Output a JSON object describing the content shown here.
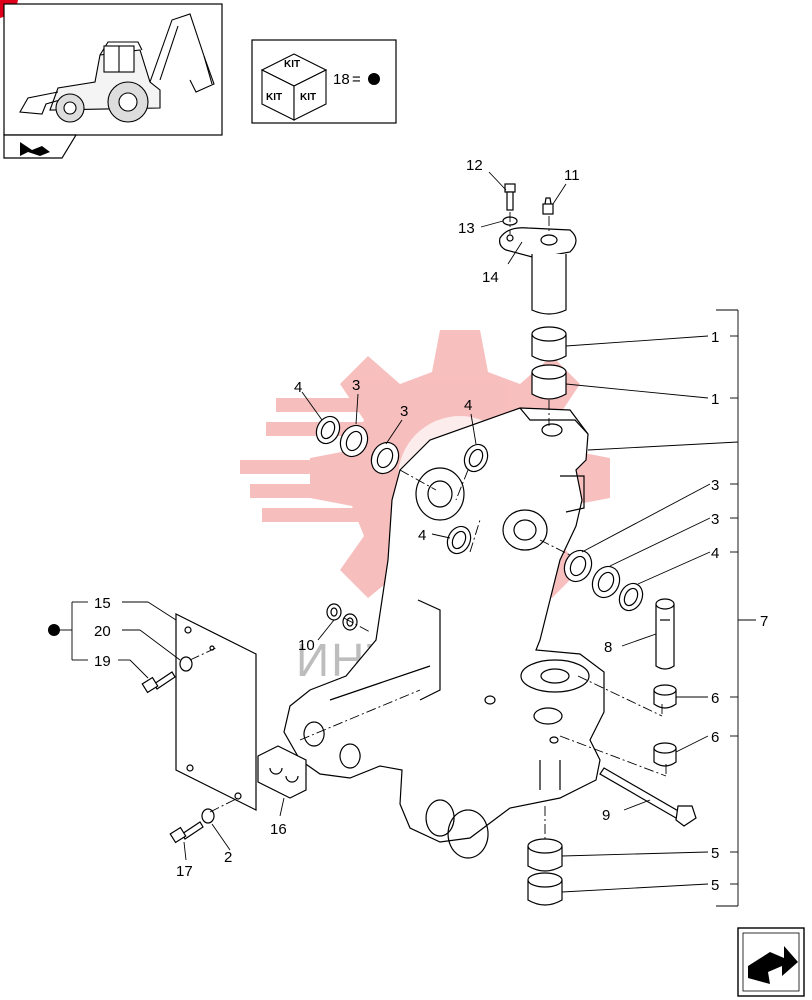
{
  "kit_legend": {
    "box_word": "KIT",
    "item_ref": "18",
    "equals": "="
  },
  "watermark": {
    "text": "ИНТЕХ"
  },
  "callouts": [
    "1",
    "1",
    "2",
    "3",
    "3",
    "3",
    "3",
    "4",
    "4",
    "4",
    "4",
    "5",
    "5",
    "6",
    "6",
    "7",
    "8",
    "9",
    "10",
    "11",
    "12",
    "13",
    "14",
    "15",
    "16",
    "17",
    "19",
    "20"
  ],
  "colors": {
    "line": "#000000",
    "watermark_gear": "#f28a8a",
    "corner_mark": "#e0001b"
  },
  "icons": {
    "thumbnail": "backhoe-loader-icon",
    "prev_page": "prev-page-arrow-icon",
    "next_page": "next-page-arrow-icon",
    "kit_dot": "filled-circle-icon"
  }
}
